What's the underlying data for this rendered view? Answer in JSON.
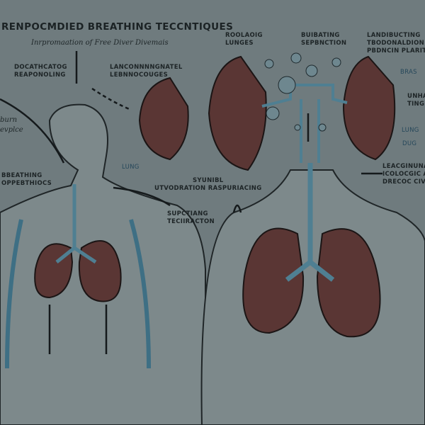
{
  "title": "RENPOCMDIED BREATHING TECCNTIQUES",
  "subtitle": "Inrpromaation of Free Diver Divemais",
  "side_note": [
    "burn",
    "evplce"
  ],
  "labels": {
    "top_left": [
      "DOCATHCATOG",
      "REAPONOLING"
    ],
    "top_mid": [
      "LANCONNNNGNATEL",
      "LEBNNOCOUGES"
    ],
    "rl": [
      "ROOLAOIG",
      "LUNGES"
    ],
    "bubbling": [
      "BUIBATING",
      "SEPBNCTION"
    ],
    "right_top": [
      "LANDIBUCTING",
      "TBODONALDION",
      "PBDNCIN PLARITY"
    ],
    "bras": "BRAS",
    "unha": [
      "UNHA",
      "TINGB"
    ],
    "lung_r": "LUNG",
    "dug": "DUG",
    "lung_l": "LUNG",
    "breathing": [
      "BBEATHING",
      "OPPEBTHIOCS"
    ],
    "mid": [
      "SYUNIBL",
      "UTVODRATION RASPURIACING"
    ],
    "suptiang": [
      "SUPCTIANG",
      "TECIIRACTON"
    ],
    "right_mid": [
      "LEACGINUNAT",
      "ICOLOCGIC ANL",
      "DRECOC CIVERL"
    ]
  },
  "colors": {
    "background": "#6f7b7e",
    "lung": "#5a3634",
    "airway": "#4f7f92"
  }
}
